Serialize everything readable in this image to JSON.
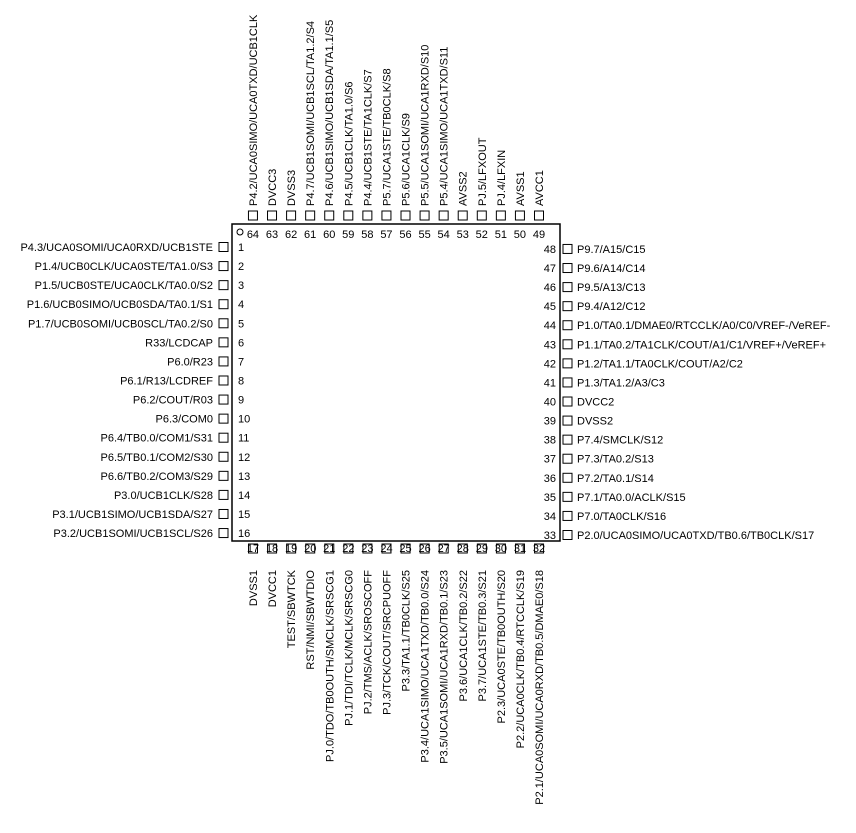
{
  "package": {
    "left_pins": [
      {
        "num": "1",
        "name": "P4.3/UCA0SOMI/UCA0RXD/UCB1STE"
      },
      {
        "num": "2",
        "name": "P1.4/UCB0CLK/UCA0STE/TA1.0/S3"
      },
      {
        "num": "3",
        "name": "P1.5/UCB0STE/UCA0CLK/TA0.0/S2"
      },
      {
        "num": "4",
        "name": "P1.6/UCB0SIMO/UCB0SDA/TA0.1/S1"
      },
      {
        "num": "5",
        "name": "P1.7/UCB0SOMI/UCB0SCL/TA0.2/S0"
      },
      {
        "num": "6",
        "name": "R33/LCDCAP"
      },
      {
        "num": "7",
        "name": "P6.0/R23"
      },
      {
        "num": "8",
        "name": "P6.1/R13/LCDREF"
      },
      {
        "num": "9",
        "name": "P6.2/COUT/R03"
      },
      {
        "num": "10",
        "name": "P6.3/COM0"
      },
      {
        "num": "11",
        "name": "P6.4/TB0.0/COM1/S31"
      },
      {
        "num": "12",
        "name": "P6.5/TB0.1/COM2/S30"
      },
      {
        "num": "13",
        "name": "P6.6/TB0.2/COM3/S29"
      },
      {
        "num": "14",
        "name": "P3.0/UCB1CLK/S28"
      },
      {
        "num": "15",
        "name": "P3.1/UCB1SIMO/UCB1SDA/S27"
      },
      {
        "num": "16",
        "name": "P3.2/UCB1SOMI/UCB1SCL/S26"
      }
    ],
    "bottom_pins": [
      {
        "num": "17",
        "name": "DVSS1"
      },
      {
        "num": "18",
        "name": "DVCC1"
      },
      {
        "num": "19",
        "name": "TEST/SBWTCK"
      },
      {
        "num": "20",
        "name": "RST/NMI/SBWTDIO"
      },
      {
        "num": "21",
        "name": "PJ.0/TDO/TB0OUTH/SMCLK/SRSCG1"
      },
      {
        "num": "22",
        "name": "PJ.1/TDI/TCLK/MCLK/SRSCG0"
      },
      {
        "num": "23",
        "name": "PJ.2/TMS/ACLK/SROSCOFF"
      },
      {
        "num": "24",
        "name": "PJ.3/TCK/COUT/SRCPUOFF"
      },
      {
        "num": "25",
        "name": "P3.3/TA1.1/TB0CLK/S25"
      },
      {
        "num": "26",
        "name": "P3.4/UCA1SIMO/UCA1TXD/TB0.0/S24"
      },
      {
        "num": "27",
        "name": "P3.5/UCA1SOMI/UCA1RXD/TB0.1/S23"
      },
      {
        "num": "28",
        "name": "P3.6/UCA1CLK/TB0.2/S22"
      },
      {
        "num": "29",
        "name": "P3.7/UCA1STE/TB0.3/S21"
      },
      {
        "num": "30",
        "name": "P2.3/UCA0STE/TB0OUTH/S20"
      },
      {
        "num": "31",
        "name": "P2.2/UCA0CLK/TB0.4/RTCCLK/S19"
      },
      {
        "num": "32",
        "name": "P2.1/UCA0SOMI/UCA0RXD/TB0.5/DMAE0/S18"
      }
    ],
    "right_pins": [
      {
        "num": "33",
        "name": "P2.0/UCA0SIMO/UCA0TXD/TB0.6/TB0CLK/S17"
      },
      {
        "num": "34",
        "name": "P7.0/TA0CLK/S16"
      },
      {
        "num": "35",
        "name": "P7.1/TA0.0/ACLK/S15"
      },
      {
        "num": "36",
        "name": "P7.2/TA0.1/S14"
      },
      {
        "num": "37",
        "name": "P7.3/TA0.2/S13"
      },
      {
        "num": "38",
        "name": "P7.4/SMCLK/S12"
      },
      {
        "num": "39",
        "name": "DVSS2"
      },
      {
        "num": "40",
        "name": "DVCC2"
      },
      {
        "num": "41",
        "name": "P1.3/TA1.2/A3/C3"
      },
      {
        "num": "42",
        "name": "P1.2/TA1.1/TA0CLK/COUT/A2/C2"
      },
      {
        "num": "43",
        "name": "P1.1/TA0.2/TA1CLK/COUT/A1/C1/VREF+/VeREF+"
      },
      {
        "num": "44",
        "name": "P1.0/TA0.1/DMAE0/RTCCLK/A0/C0/VREF-/VeREF-"
      },
      {
        "num": "45",
        "name": "P9.4/A12/C12"
      },
      {
        "num": "46",
        "name": "P9.5/A13/C13"
      },
      {
        "num": "47",
        "name": "P9.6/A14/C14"
      },
      {
        "num": "48",
        "name": "P9.7/A15/C15"
      }
    ],
    "top_pins": [
      {
        "num": "49",
        "name": "AVCC1"
      },
      {
        "num": "50",
        "name": "AVSS1"
      },
      {
        "num": "51",
        "name": "PJ.4/LFXIN"
      },
      {
        "num": "52",
        "name": "PJ.5/LFXOUT"
      },
      {
        "num": "53",
        "name": "AVSS2"
      },
      {
        "num": "54",
        "name": "P5.4/UCA1SIMO/UCA1TXD/S11"
      },
      {
        "num": "55",
        "name": "P5.5/UCA1SOMI/UCA1RXD/S10"
      },
      {
        "num": "56",
        "name": "P5.6/UCA1CLK/S9"
      },
      {
        "num": "57",
        "name": "P5.7/UCA1STE/TB0CLK/S8"
      },
      {
        "num": "58",
        "name": "P4.4/UCB1STE/TA1CLK/S7"
      },
      {
        "num": "59",
        "name": "P4.5/UCB1CLK/TA1.0/S6"
      },
      {
        "num": "60",
        "name": "P4.6/UCB1SIMO/UCB1SDA/TA1.1/S5"
      },
      {
        "num": "61",
        "name": "P4.7/UCB1SOMI/UCB1SCL/TA1.2/S4"
      },
      {
        "num": "62",
        "name": "DVSS3"
      },
      {
        "num": "63",
        "name": "DVCC3"
      },
      {
        "num": "64",
        "name": "P4.2/UCA0SIMO/UCA0TXD/UCB1CLK"
      }
    ]
  }
}
